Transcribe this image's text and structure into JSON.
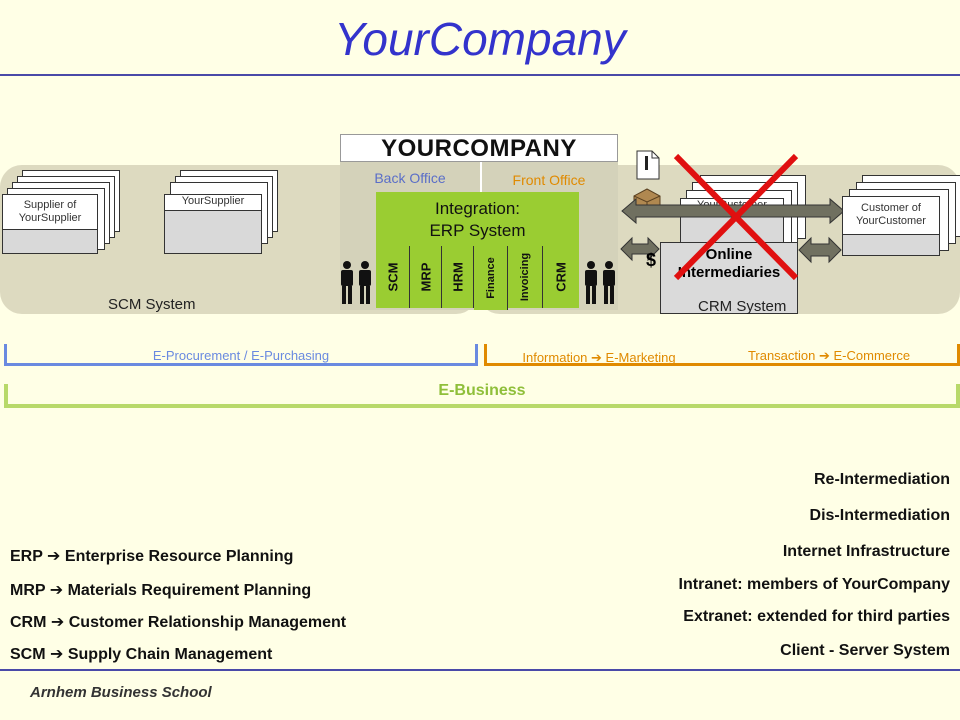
{
  "title": "YourCompany",
  "diagram": {
    "supplier_of_supplier": "Supplier of YourSupplier",
    "supplier": "YourSupplier",
    "company_header": "YOURCOMPANY",
    "back_office": "Back Office",
    "front_office": "Front Office",
    "integration_line1": "Integration:",
    "integration_line2": "ERP System",
    "modules": [
      "SCM",
      "MRP",
      "HRM",
      "Finance",
      "Invoicing",
      "CRM"
    ],
    "customer": "YourCustomer",
    "online_intermediaries_line1": "Online",
    "online_intermediaries_line2": "Intermediaries",
    "customer_of_customer": "Customer of YourCustomer",
    "scm_system": "SCM System",
    "crm_system": "CRM System",
    "dollar": "$"
  },
  "brackets": {
    "procurement": "E-Procurement / E-Purchasing",
    "marketing": "Information ➔ E-Marketing",
    "commerce": "Transaction ➔ E-Commerce",
    "ebusiness": "E-Business"
  },
  "definitions_left": [
    "ERP ➔ Enterprise Resource Planning",
    "MRP ➔ Materials Requirement Planning",
    "CRM ➔ Customer Relationship Management",
    "SCM ➔ Supply Chain Management"
  ],
  "definitions_right": [
    "Re-Intermediation",
    "Dis-Intermediation",
    "Internet Infrastructure",
    "Intranet: members of YourCompany",
    "Extranet: extended for third parties",
    "Client - Server System"
  ],
  "footer": "Arnhem Business School",
  "colors": {
    "title": "#3333CC",
    "erp_green": "#9ACD32",
    "procurement_blue": "#6A8AE0",
    "marketing_orange": "#E08A00",
    "ebusiness_green": "#B8D96A",
    "cross_red": "#E01010"
  }
}
